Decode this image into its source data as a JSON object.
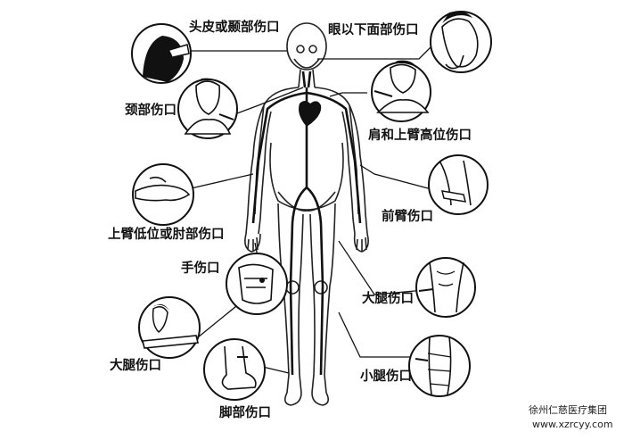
{
  "labels": {
    "head": "头皮或颞部伤口",
    "face": "眼以下面部伤口",
    "neck": "颈部伤口",
    "shoulder": "肩和上臂高位伤口",
    "forearm": "前臂伤口",
    "upper_arm": "上臂低位或肘部伤口",
    "hand": "手伤口",
    "thigh_right": "大腿伤口",
    "thigh_left": "大腿伤口",
    "foot": "脚部伤口",
    "calf": "小腿伤口"
  },
  "watermark": {
    "org": "徐州仁慈医疗集团",
    "url": "www.xzrcyy.com"
  },
  "colors": {
    "line": "#111111",
    "background": "#ffffff",
    "circle": "#111111"
  }
}
